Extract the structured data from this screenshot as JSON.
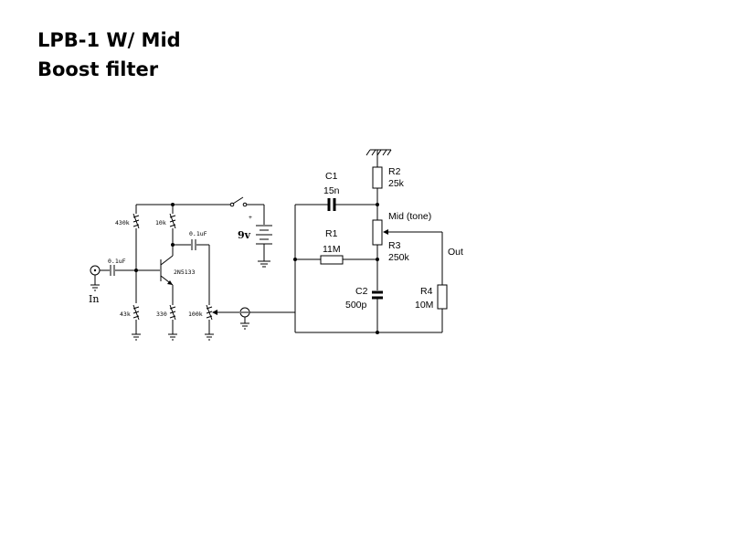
{
  "title": {
    "line1": "LPB-1 W/ Mid",
    "line2": "Boost filter"
  },
  "labels": {
    "c1_name": "C1",
    "c1_value": "15n",
    "r1_name": "R1",
    "r1_value": "11M",
    "r2_name": "R2",
    "r2_value": "25k",
    "r3_caption": "Mid (tone)",
    "r3_name": "R3",
    "r3_value": "250k",
    "c2_name": "C2",
    "c2_value": "500p",
    "r4_name": "R4",
    "r4_value": "10M",
    "out_label": "Out",
    "in_label": "In",
    "battery_label": "9v",
    "battery_plus": "+",
    "r_430k": "430k",
    "r_10k": "10k",
    "r_43k": "43k",
    "r_330": "330",
    "r_100k": "100k",
    "cap_in": "0.1uF",
    "cap_out": "0.1uF",
    "transistor": "2N5133"
  }
}
